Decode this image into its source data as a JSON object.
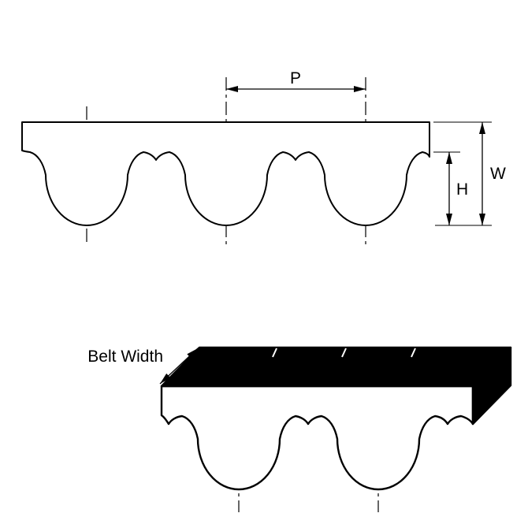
{
  "top_view": {
    "pitch_label": "P",
    "belt_overall_label": "W",
    "tooth_height_label": "H"
  },
  "perspective_view": {
    "belt_width_label": "Belt Width"
  },
  "colors": {
    "line": "#000000",
    "belt_fill": "#ffffff",
    "solid_face": "#000000",
    "background": "#ffffff"
  }
}
